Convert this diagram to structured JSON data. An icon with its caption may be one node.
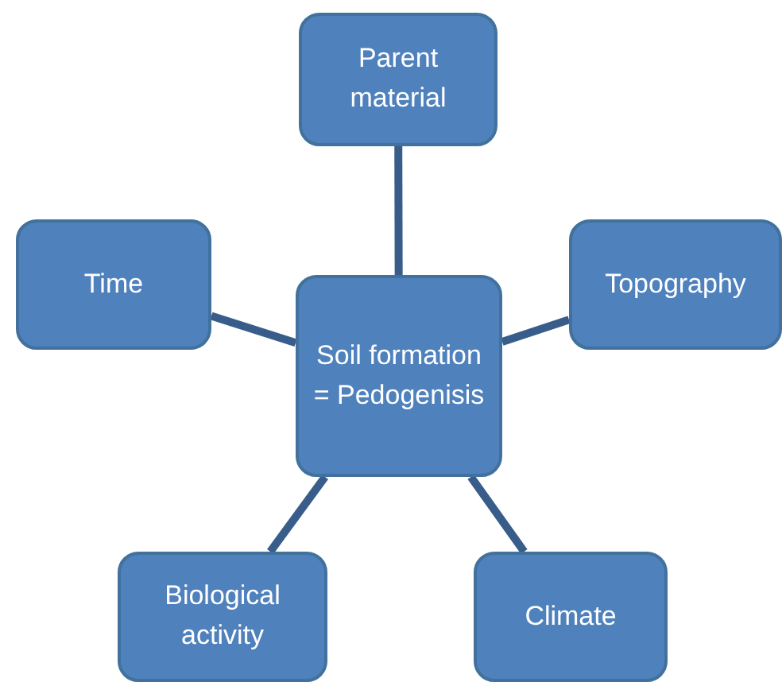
{
  "diagram": {
    "nodes": [
      {
        "text": [
          "Parent material"
        ]
      },
      {
        "text": [
          "Time"
        ]
      },
      {
        "text": [
          "Soil formation = Pedogenisis"
        ]
      },
      {
        "text": [
          "Topography"
        ]
      },
      {
        "text": [
          "Biological activity"
        ]
      },
      {
        "text": [
          "Climate"
        ]
      }
    ],
    "edges": [
      {
        "from": 2,
        "to": 0,
        "arrow": "none"
      },
      {
        "from": 2,
        "to": 1,
        "arrow": "none"
      },
      {
        "from": 2,
        "to": 3,
        "arrow": "none"
      },
      {
        "from": 2,
        "to": 4,
        "arrow": "none"
      },
      {
        "from": 2,
        "to": 5,
        "arrow": "none"
      }
    ]
  }
}
